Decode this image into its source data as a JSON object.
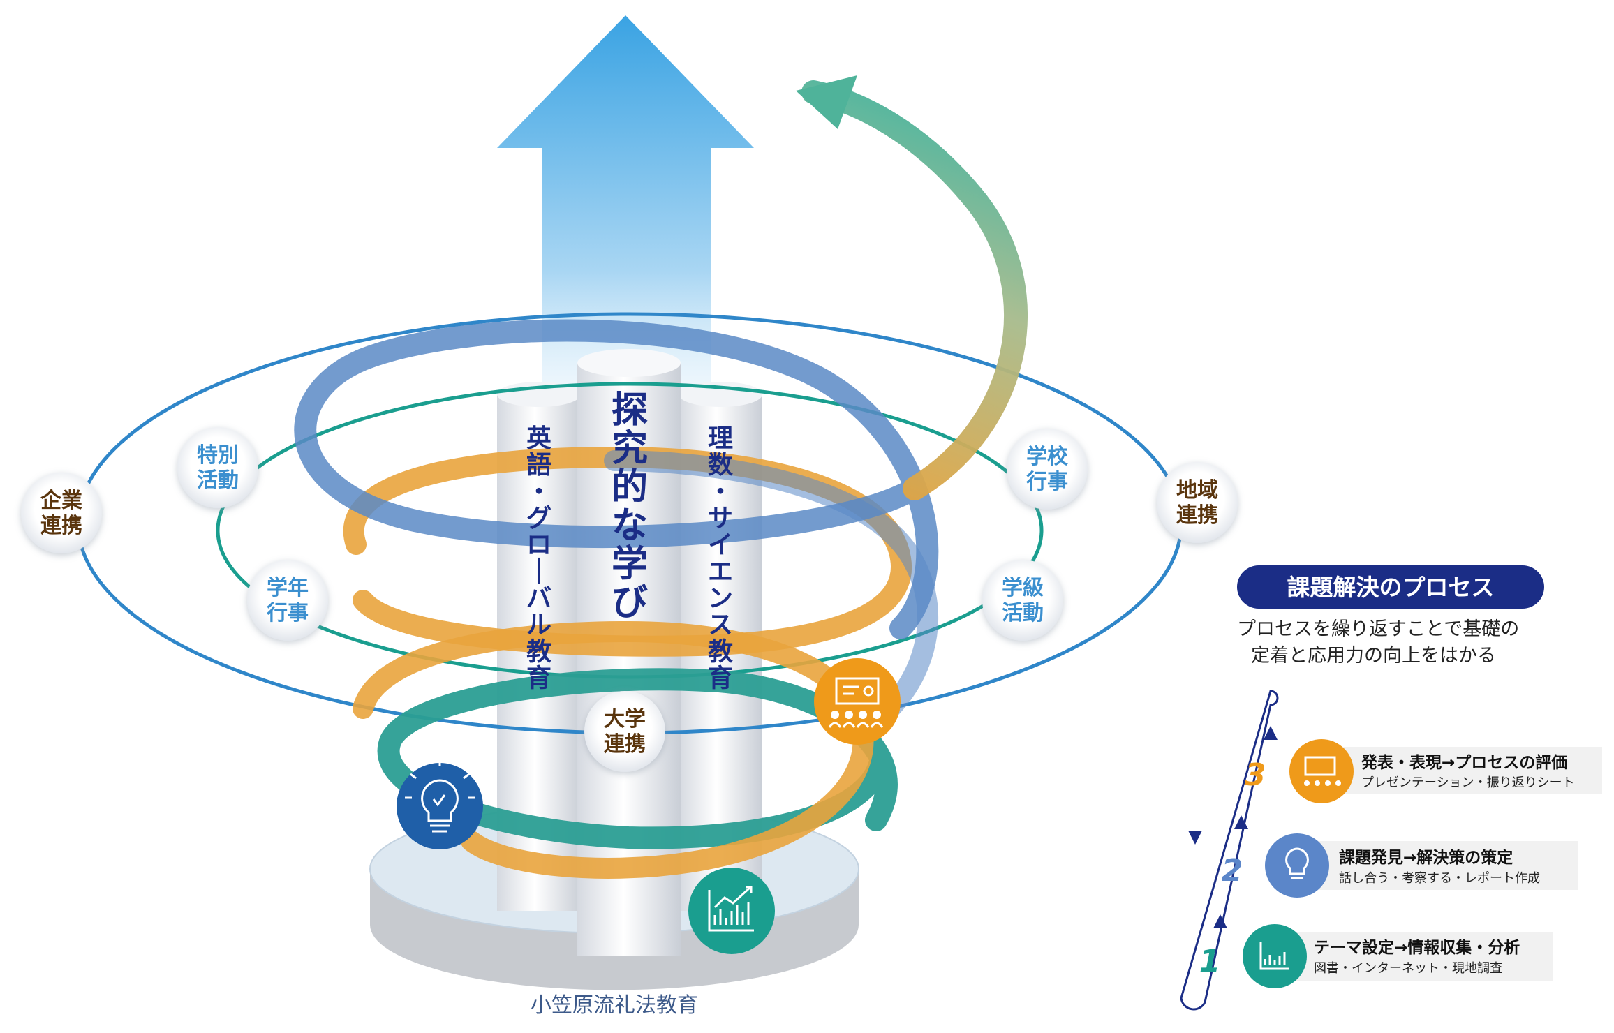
{
  "central": {
    "main_title": "探究的な学び",
    "left_column": "英語・グローバル教育",
    "right_column": "理数・サイエンス教育",
    "base_label": "小笠原流礼法教育"
  },
  "nodes": {
    "kigyou": "企業\n連携",
    "chiiki": "地域\n連携",
    "tokubetsu": "特別\n活動",
    "gakkou": "学校\n行事",
    "gakunen": "学年\n行事",
    "gakkyuu": "学級\n活動",
    "daigaku": "大学\n連携"
  },
  "process": {
    "title": "課題解決のプロセス",
    "description_line1": "プロセスを繰り返すことで基礎の",
    "description_line2": "定着と応用力の向上をはかる",
    "steps": [
      {
        "number": "1",
        "title": "テーマ設定→情報収集・分析",
        "sub": "図書・インターネット・現地調査",
        "icon": "chart-icon",
        "color": "#1a9e8f"
      },
      {
        "number": "2",
        "title": "課題発見→解決策の策定",
        "sub": "話し合う・考察する・レポート作成",
        "icon": "lightbulb-icon",
        "color": "#5b86c9"
      },
      {
        "number": "3",
        "title": "発表・表現→プロセスの評価",
        "sub": "プレゼンテーション・振り返りシート",
        "icon": "presentation-icon",
        "color": "#ef9a1a"
      }
    ]
  },
  "colors": {
    "arrow_top": "#3aa3e3",
    "ring_blue": "#2f86c9",
    "ring_teal": "#1a9e8f",
    "node_text_brown": "#5a3510",
    "node_text_blue": "#3a8fcf",
    "panel_navy": "#1b2d86"
  }
}
